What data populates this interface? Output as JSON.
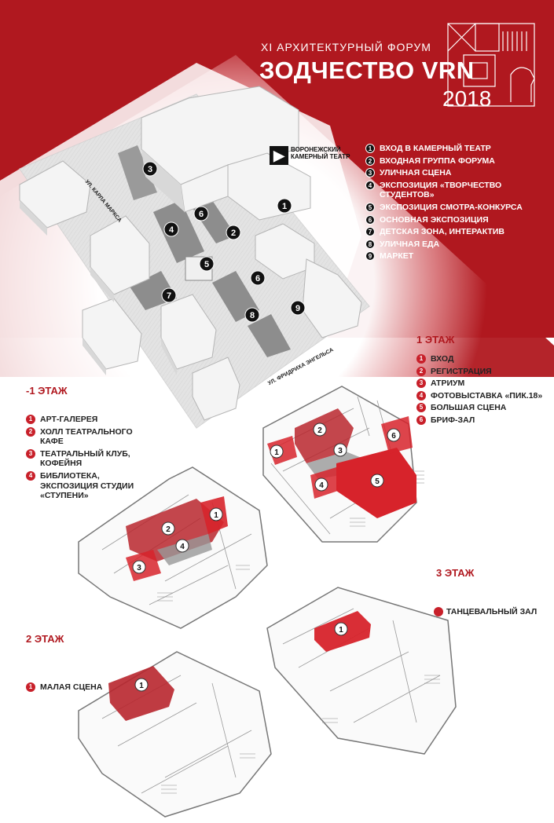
{
  "header": {
    "subtitle": "XI АРХИТЕКТУРНЫЙ ФОРУМ",
    "title": "ЗОДЧЕСТВО VRN",
    "year": "2018"
  },
  "colors": {
    "brand_red": "#b0181f",
    "accent_red": "#c8202a",
    "dark": "#111111"
  },
  "site_map": {
    "theatre_label": "ВОРОНЕЖСКИЙ КАМЕРНЫЙ ТЕАТР",
    "street_1": "УЛ. КАРЛА МАРКСА",
    "street_2": "УЛ. ФРИДРИХА ЭНГЕЛЬСА",
    "legend": [
      {
        "num": "1",
        "label": "ВХОД В КАМЕРНЫЙ ТЕАТР"
      },
      {
        "num": "2",
        "label": "ВХОДНАЯ ГРУППА ФОРУМА"
      },
      {
        "num": "3",
        "label": "УЛИЧНАЯ СЦЕНА"
      },
      {
        "num": "4",
        "label": "ЭКСПОЗИЦИЯ «ТВОРЧЕСТВО СТУДЕНТОВ»"
      },
      {
        "num": "5",
        "label": "ЭКСПОЗИЦИЯ СМОТРА-КОНКУРСА"
      },
      {
        "num": "6",
        "label": "ОСНОВНАЯ ЭКСПОЗИЦИЯ"
      },
      {
        "num": "7",
        "label": "ДЕТСКАЯ ЗОНА, ИНТЕРАКТИВ"
      },
      {
        "num": "8",
        "label": "УЛИЧНАЯ ЕДА"
      },
      {
        "num": "9",
        "label": "МАРКЕТ"
      }
    ],
    "markers": [
      "1",
      "2",
      "3",
      "4",
      "5",
      "6",
      "6",
      "7",
      "8",
      "9"
    ]
  },
  "floors": {
    "f1": {
      "title": "1 ЭТАЖ",
      "legend": [
        {
          "num": "1",
          "label": "ВХОД"
        },
        {
          "num": "2",
          "label": "РЕГИСТРАЦИЯ"
        },
        {
          "num": "3",
          "label": "АТРИУМ"
        },
        {
          "num": "4",
          "label": "ФОТОВЫСТАВКА «ПИК.18»"
        },
        {
          "num": "5",
          "label": "БОЛЬШАЯ СЦЕНА"
        },
        {
          "num": "6",
          "label": "БРИФ-ЗАЛ"
        }
      ],
      "markers": [
        "1",
        "2",
        "3",
        "4",
        "5",
        "6"
      ]
    },
    "fm1": {
      "title": "-1 ЭТАЖ",
      "legend": [
        {
          "num": "1",
          "label": "АРТ-ГАЛЕРЕЯ"
        },
        {
          "num": "2",
          "label": "ХОЛЛ ТЕАТРАЛЬНОГО КАФЕ"
        },
        {
          "num": "3",
          "label": "ТЕАТРАЛЬНЫЙ КЛУБ, КОФЕЙНЯ"
        },
        {
          "num": "4",
          "label": "БИБЛИОТЕКА, ЭКСПОЗИЦИЯ СТУДИИ «СТУПЕНИ»"
        }
      ],
      "markers": [
        "1",
        "2",
        "3",
        "4"
      ]
    },
    "f2": {
      "title": "2 ЭТАЖ",
      "legend": [
        {
          "num": "1",
          "label": "МАЛАЯ СЦЕНА"
        }
      ],
      "markers": [
        "1"
      ]
    },
    "f3": {
      "title": "3 ЭТАЖ",
      "legend_label": "ТАНЦЕВАЛЬНЫЙ ЗАЛ",
      "markers": [
        "1"
      ]
    }
  }
}
